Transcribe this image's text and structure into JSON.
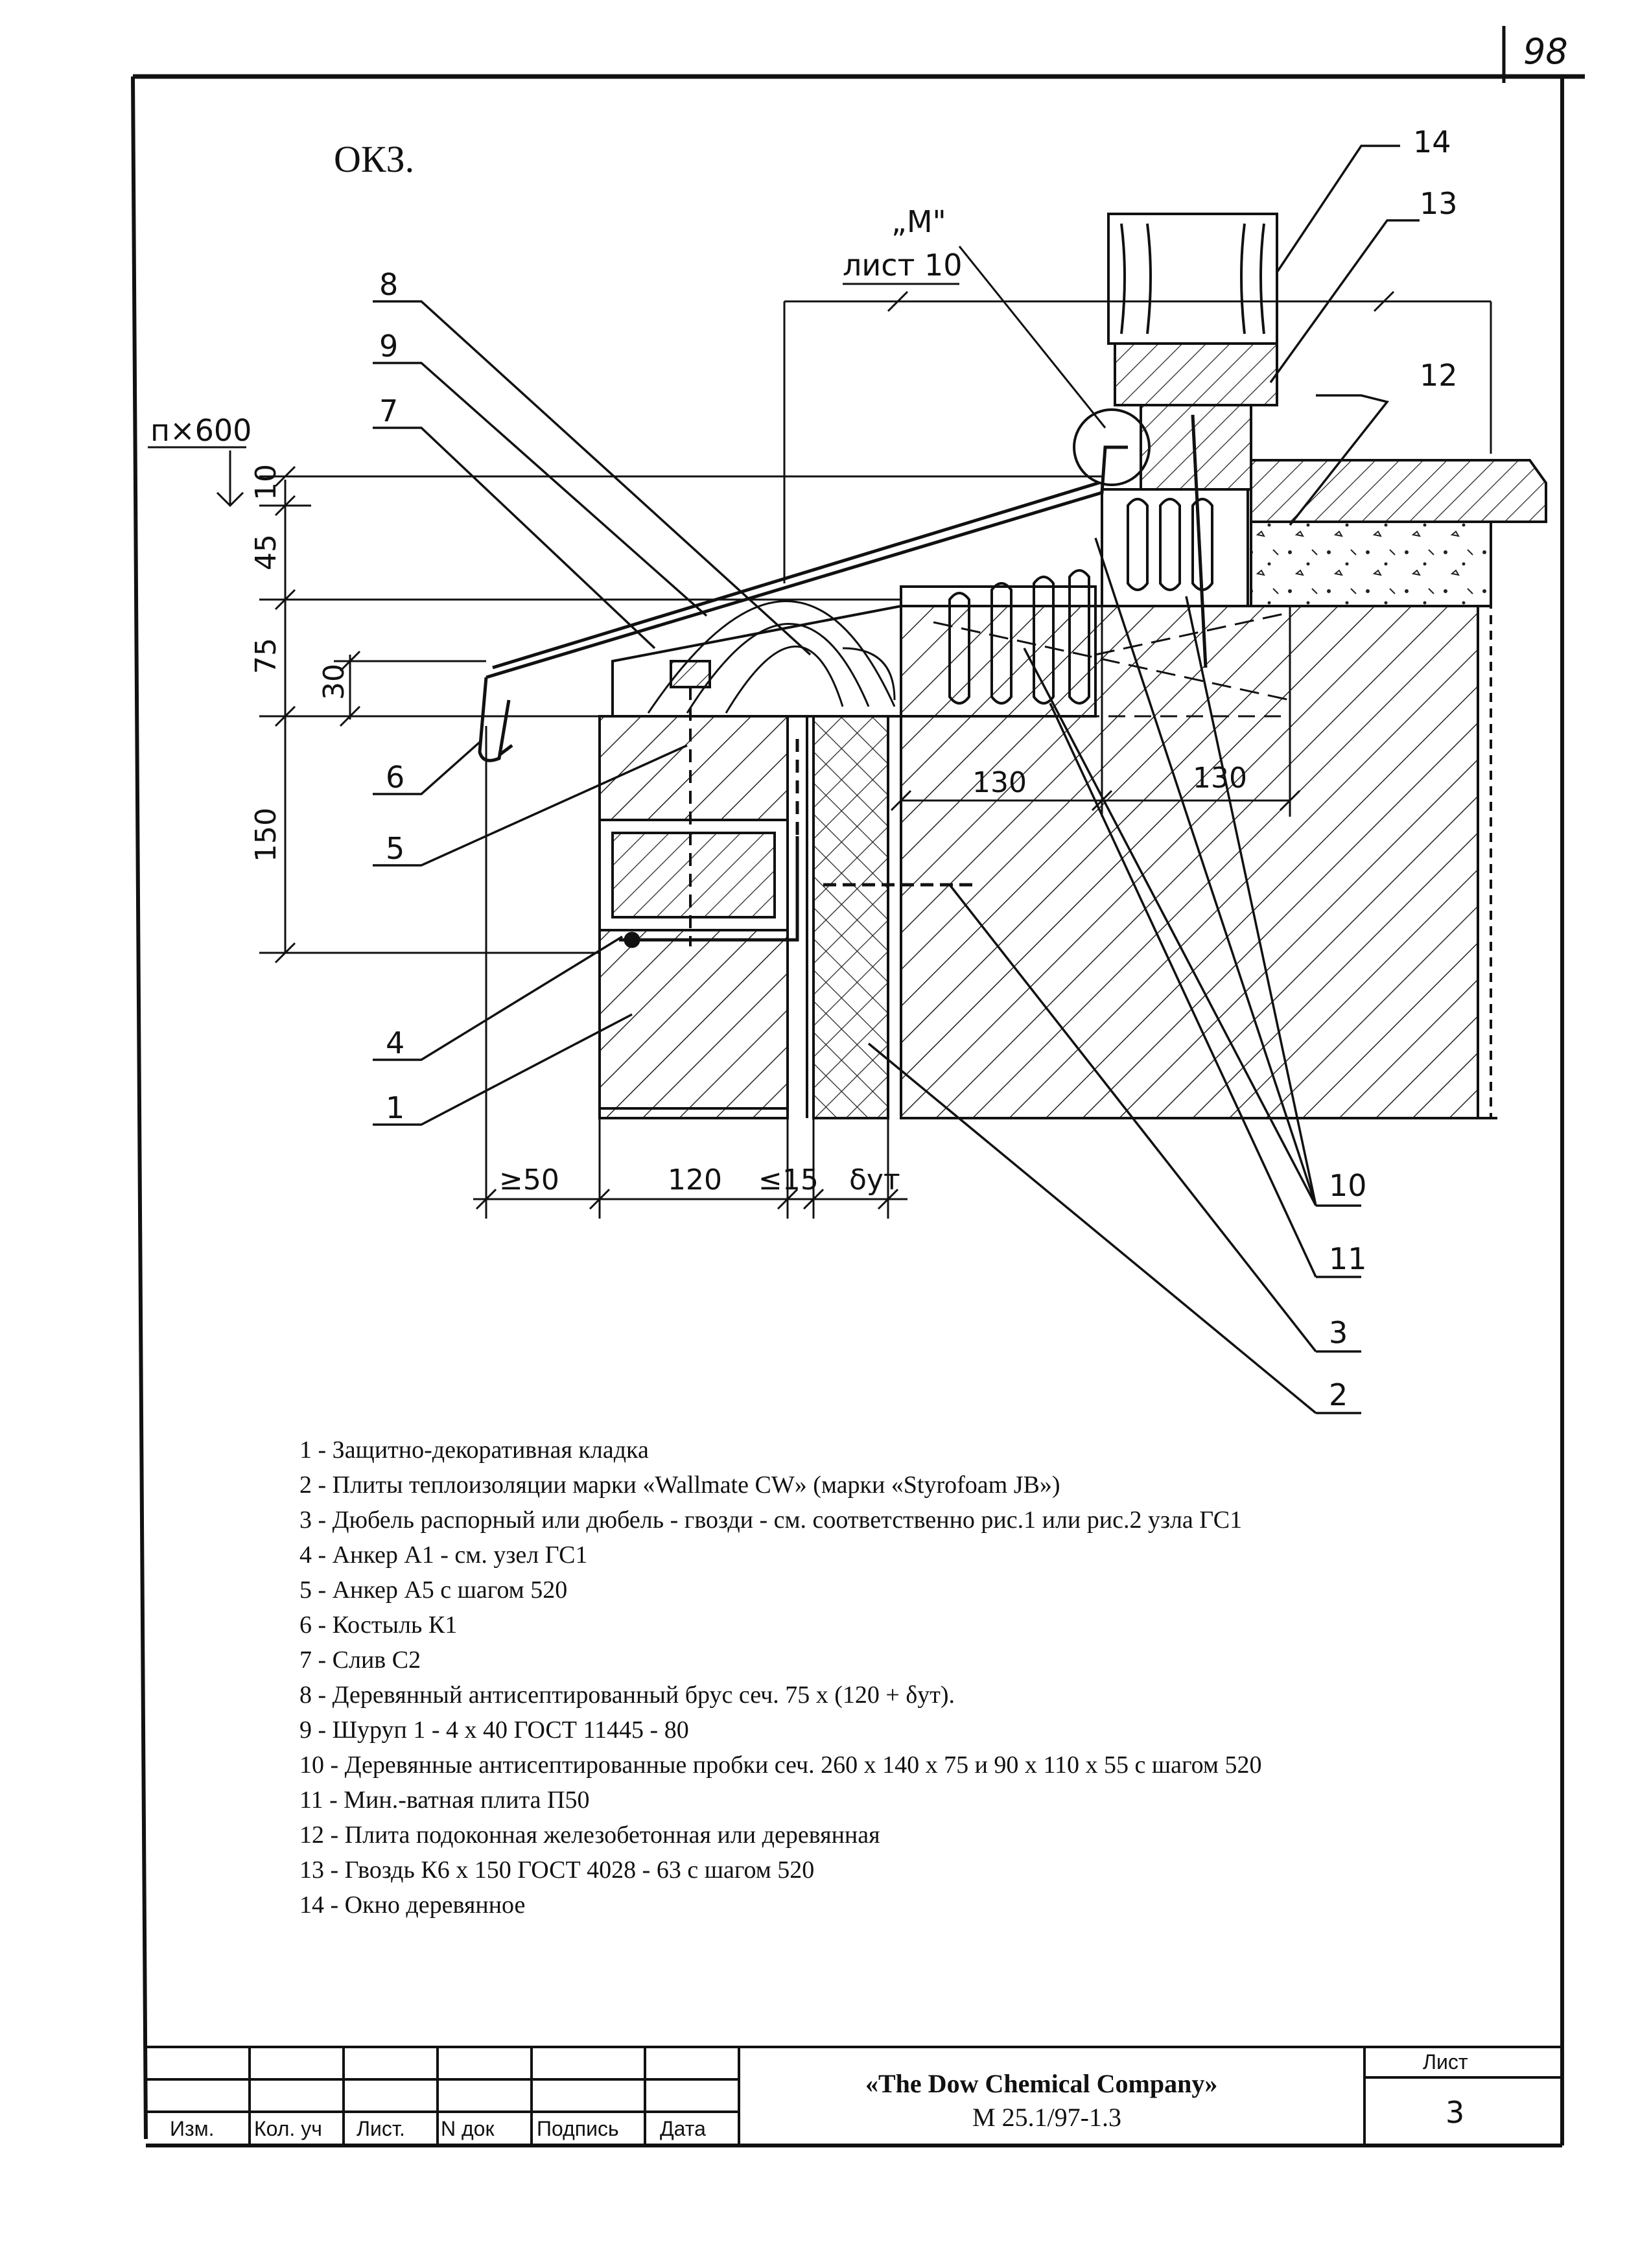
{
  "page_number": "98",
  "drawing_title": "ОКЗ.",
  "reference": {
    "view_label": "„М\"",
    "sheet_ref": "лист 10"
  },
  "level_label": "п×600",
  "callouts": [
    "1",
    "2",
    "3",
    "4",
    "5",
    "6",
    "7",
    "8",
    "9",
    "10",
    "11",
    "12",
    "13",
    "14"
  ],
  "dimensions": {
    "vertical": [
      "10",
      "45",
      "75",
      "30",
      "150"
    ],
    "horizontal": [
      "≥50",
      "120",
      "≤15",
      "δут",
      "130",
      "130"
    ]
  },
  "legend": [
    "1 - Защитно-декоративная кладка",
    "2 - Плиты теплоизоляции  марки «Wallmate CW» (марки «Styrofoam JB»)",
    "3 - Дюбель распорный или дюбель - гвозди - см. соответственно рис.1 или рис.2 узла ГС1",
    "4 - Анкер А1 - см. узел ГС1",
    "5 - Анкер А5 с шагом 520",
    "6 - Костыль К1",
    "7 - Слив С2",
    "8 - Деревянный антисептированный брус сеч. 75 х (120 + δут).",
    "9 - Шуруп 1 - 4 х 40 ГОСТ 11445 - 80",
    "10 - Деревянные антисептированные пробки сеч. 260 х 140 х 75 и 90 х 110 х 55 с шагом 520",
    "11 - Мин.-ватная плита П50",
    "12 - Плита подоконная железобетонная или деревянная",
    "13 - Гвоздь К6 х 150 ГОСТ 4028 - 63 с шагом 520",
    "14 - Окно деревянное"
  ],
  "title_block": {
    "headers": [
      "Изм.",
      "Кол. уч",
      "Лист.",
      "N док",
      "Подпись",
      "Дата"
    ],
    "company": "«The Dow Chemical Company»",
    "doc_code": "М 25.1/97-1.3",
    "sheet_label": "Лист",
    "sheet_no": "3"
  }
}
